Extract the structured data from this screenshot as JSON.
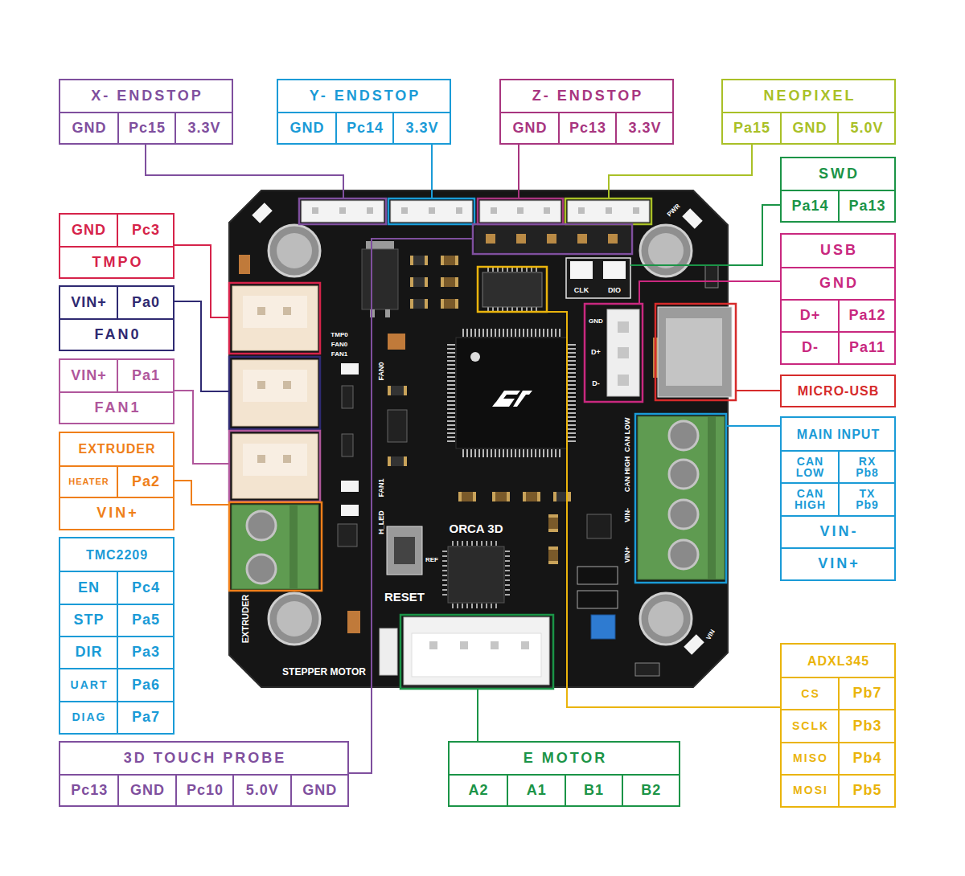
{
  "diagram": {
    "nodes": [
      {
        "text": [
          "X- ENDSTOP",
          "GND",
          "Pc15",
          "3.3V"
        ]
      },
      {
        "text": [
          "Y- ENDSTOP",
          "GND",
          "Pc14",
          "3.3V"
        ]
      },
      {
        "text": [
          "Z- ENDSTOP",
          "GND",
          "Pc13",
          "3.3V"
        ]
      },
      {
        "text": [
          "NEOPIXEL",
          "Pa15",
          "GND",
          "5.0V"
        ]
      },
      {
        "text": [
          "SWD",
          "Pa14",
          "Pa13"
        ]
      },
      {
        "text": [
          "GND",
          "Pc3",
          "TMPO"
        ]
      },
      {
        "text": [
          "USB",
          "GND",
          "D+",
          "Pa12",
          "D-",
          "Pa11"
        ]
      },
      {
        "text": [
          "VIN+",
          "Pa0",
          "FAN0"
        ]
      },
      {
        "text": [
          "VIN+",
          "Pa1",
          "FAN1"
        ]
      },
      {
        "text": [
          "MICRO-USB"
        ]
      },
      {
        "text": [
          "MAIN INPUT",
          "CAN LOW",
          "RX Pb8",
          "CAN HIGH",
          "TX Pb9",
          "VIN-",
          "VIN+"
        ]
      },
      {
        "text": [
          "EXTRUDER",
          "HEATER",
          "Pa2",
          "VIN+"
        ]
      },
      {
        "text": [
          "TMC2209",
          "EN",
          "Pc4",
          "STP",
          "Pa5",
          "DIR",
          "Pa3",
          "UART",
          "Pa6",
          "DIAG",
          "Pa7"
        ]
      },
      {
        "text": [
          "ADXL345",
          "CS",
          "Pb7",
          "SCLK",
          "Pb3",
          "MISO",
          "Pb4",
          "MOSI",
          "Pb5"
        ]
      },
      {
        "text": [
          "3D TOUCH PROBE",
          "Pc13",
          "GND",
          "Pc10",
          "5.0V",
          "GND"
        ]
      },
      {
        "text": [
          "E MOTOR",
          "A2",
          "A1",
          "B1",
          "B2"
        ]
      }
    ],
    "labels": [
      "TMP0",
      "FAN0",
      "FAN1",
      "FAN0",
      "FAN1",
      "H_LED",
      "RESET",
      "ORCA 3D",
      "REF",
      "EXTRUDER",
      "STEPPER MOTOR",
      "CLK",
      "DIO",
      "GND",
      "D+",
      "D-",
      "CAN LOW",
      "CAN HIGH",
      "VIN-",
      "VIN+",
      "PWR",
      "VIN"
    ]
  }
}
